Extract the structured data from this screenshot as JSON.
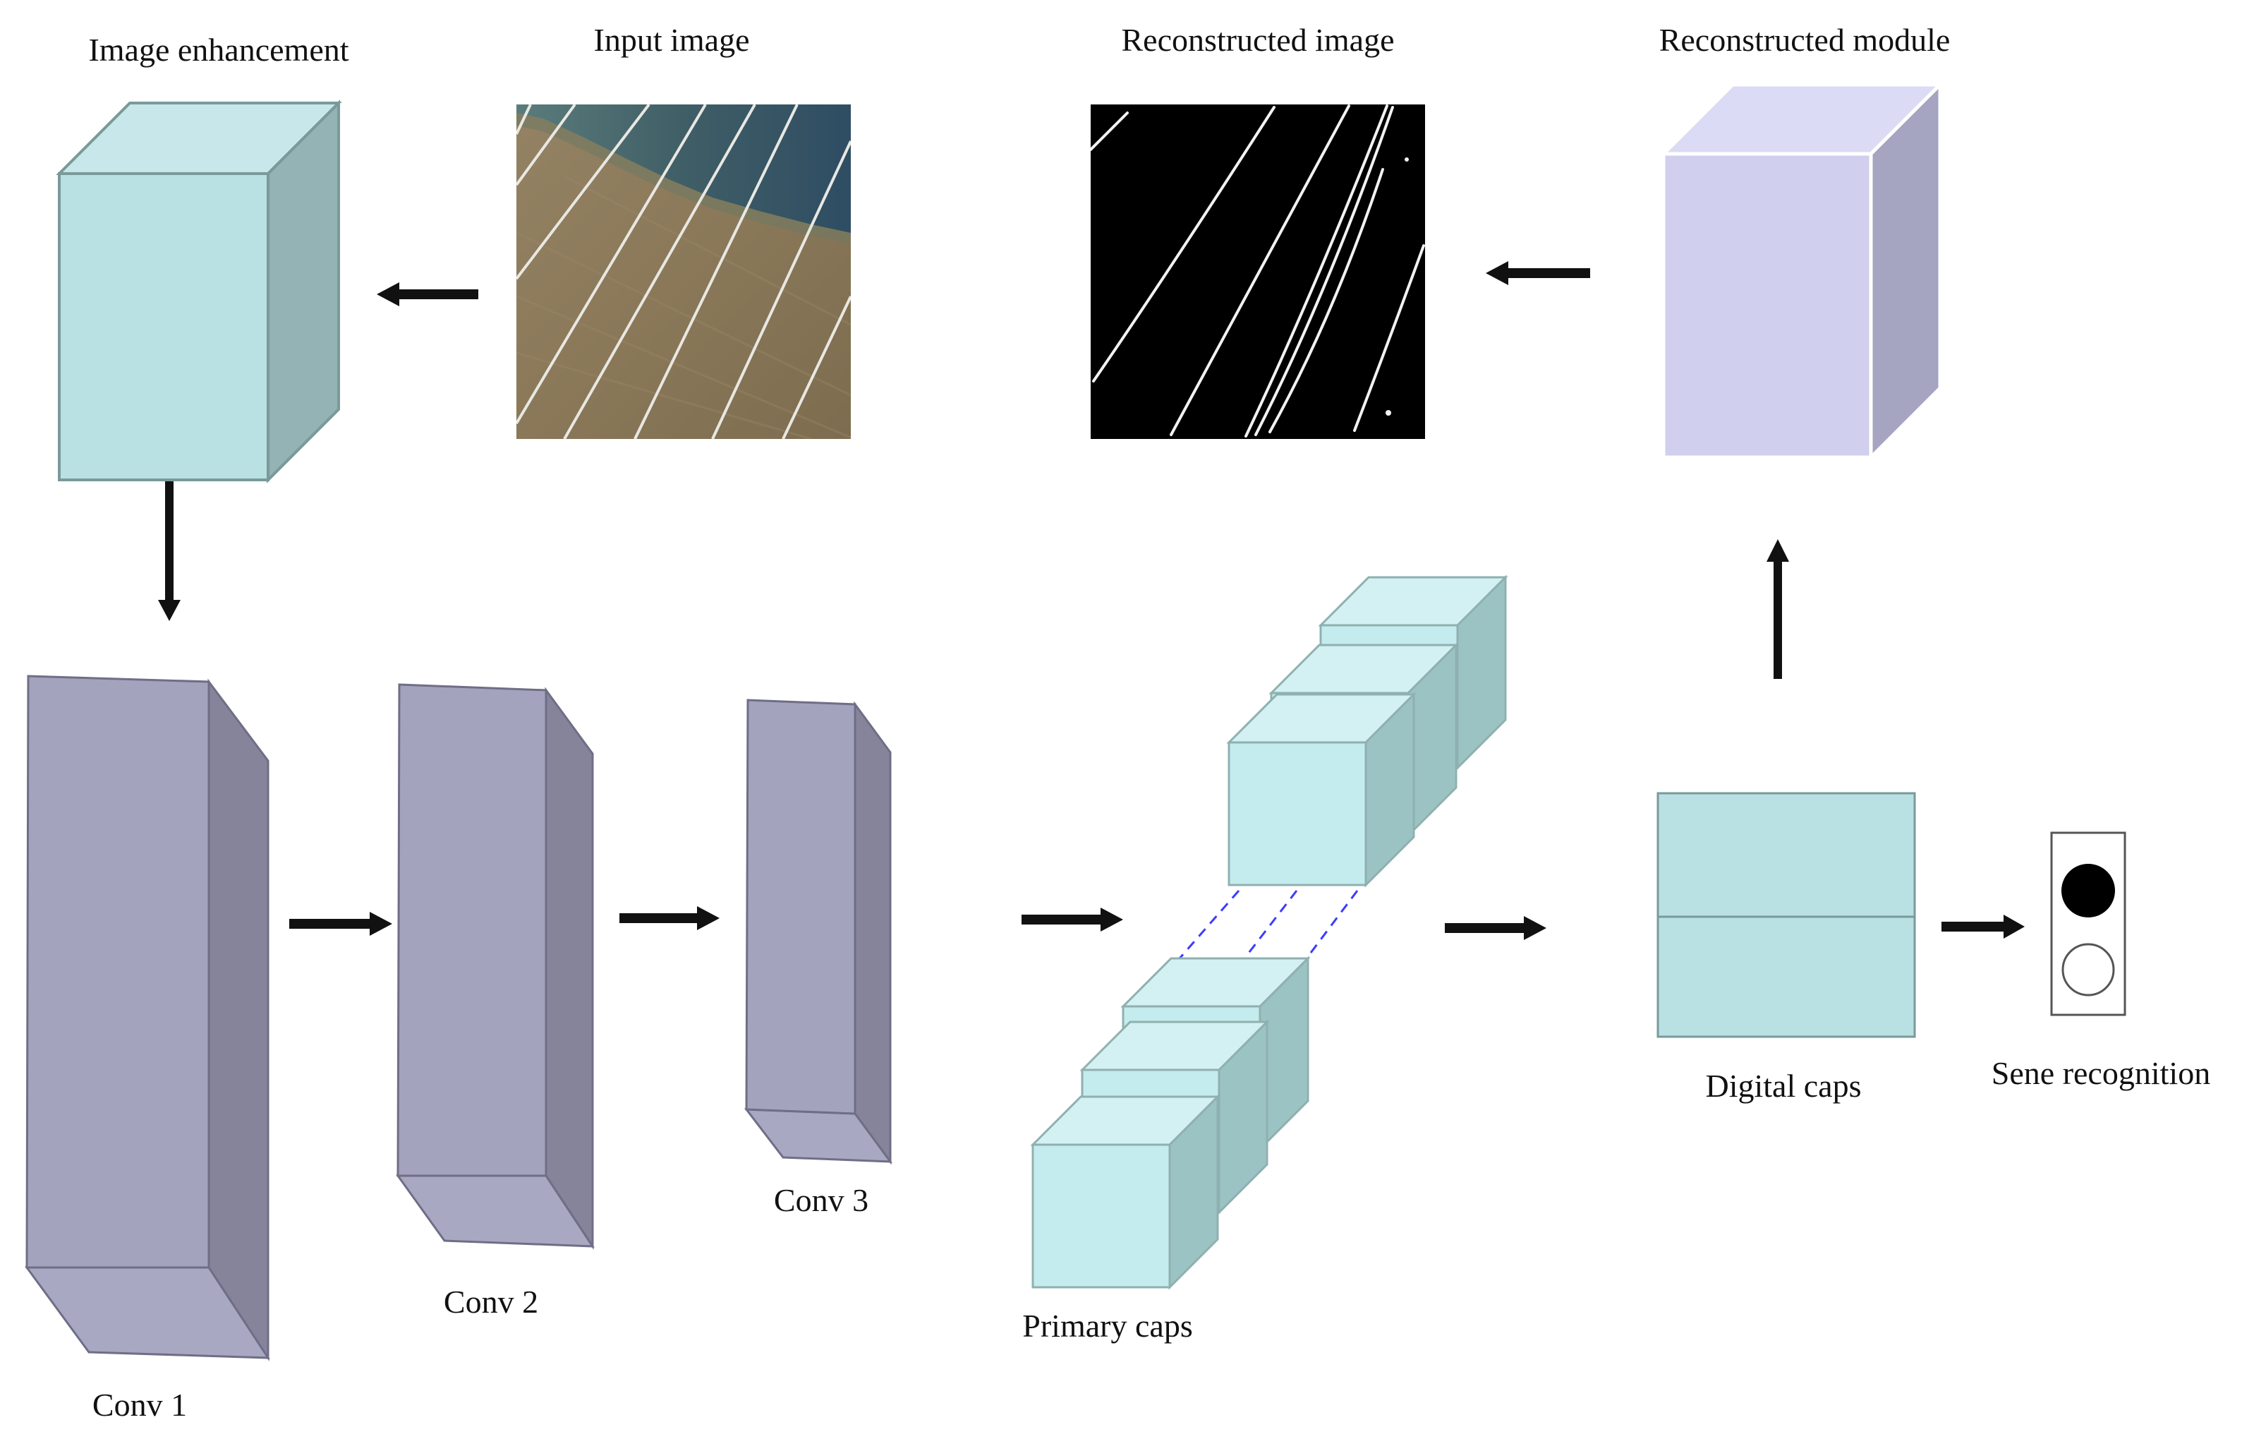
{
  "labels": {
    "image_enhancement": "Image enhancement",
    "input_image": "Input image",
    "reconstructed_image": "Reconstructed image",
    "reconstructed_module": "Reconstructed module",
    "conv1": "Conv 1",
    "conv2": "Conv 2",
    "conv3": "Conv 3",
    "primary_caps": "Primary caps",
    "digital_caps": "Digital caps",
    "scene_recognition": "Sene recognition"
  },
  "colors": {
    "cyan_front": "#b9e0e2",
    "cyan_side": "#94b3b4",
    "cyan_top": "#c7e7ea",
    "caps_front": "#c4ecee",
    "caps_side": "#9cc3c4",
    "caps_top": "#d3f1f2",
    "conv_front": "#a4a3bd",
    "conv_side": "#85849b",
    "conv_bottom": "#a9a8c3",
    "recon_front": "#d0cfee",
    "recon_side": "#a5a4c1",
    "recon_top": "#dcdbf5",
    "field_soil": "#8b7a5c",
    "field_trees": "#4f6b6d",
    "arrow": "#111111",
    "dash": "#3c3cff"
  },
  "icons": {
    "selected_indicator": "filled-circle-icon",
    "unselected_indicator": "empty-circle-icon"
  }
}
